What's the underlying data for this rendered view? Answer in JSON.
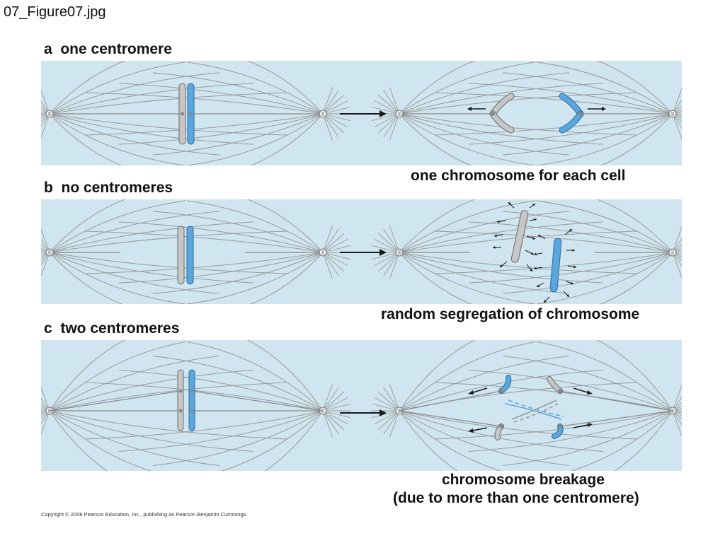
{
  "file_title": "07_Figure07.jpg",
  "colors": {
    "panel_bg": "#cfe5ef",
    "spindle": "#9a9a9a",
    "chromosome_gray": "#c6c6c6",
    "chromosome_blue": "#5aa6df",
    "outline": "#6a6a6a",
    "arrow": "#1a1a1a"
  },
  "panels": {
    "a": {
      "label": "a",
      "title": "one centromere",
      "caption": "one chromosome for each cell"
    },
    "b": {
      "label": "b",
      "title": "no centromeres",
      "caption": "random segregation of chromosome"
    },
    "c": {
      "label": "c",
      "title": "two centromeres",
      "caption_line1": "chromosome breakage",
      "caption_line2": "(due to more than one centromere)"
    }
  },
  "copyright": "Copyright © 2008 Pearson Education, Inc., publishing as Pearson Benjamin Cummings."
}
